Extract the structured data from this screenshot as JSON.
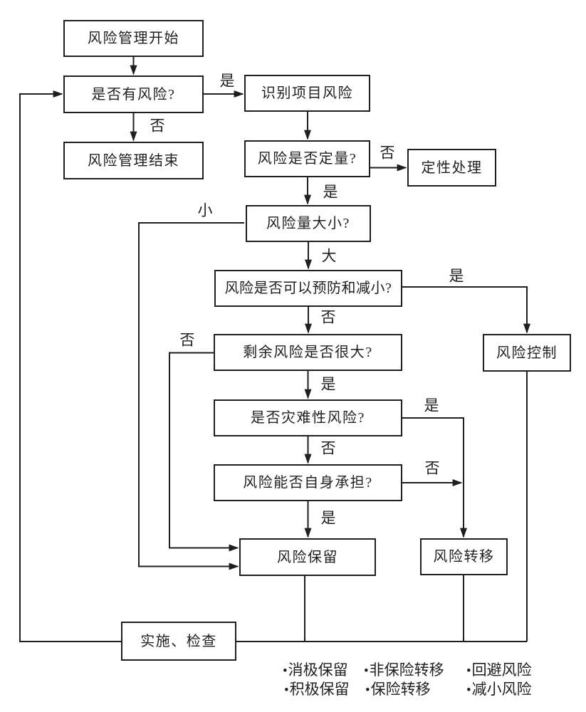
{
  "colors": {
    "ink": "#1f1f1f",
    "background": "#ffffff"
  },
  "nodes": {
    "start": {
      "label": "风险管理开始"
    },
    "has_risk": {
      "label": "是否有风险?"
    },
    "end": {
      "label": "风险管理结束"
    },
    "identify": {
      "label": "识别项目风险"
    },
    "quantify": {
      "label": "风险是否定量?"
    },
    "qualitative": {
      "label": "定性处理"
    },
    "magnitude": {
      "label": "风险量大小?"
    },
    "prevent": {
      "label": "风险是否可以预防和减小?"
    },
    "control": {
      "label": "风险控制"
    },
    "residual": {
      "label": "剩余风险是否很大?"
    },
    "catastrophic": {
      "label": "是否灾难性风险?"
    },
    "self_bear": {
      "label": "风险能否自身承担?"
    },
    "retention": {
      "label": "风险保留"
    },
    "transfer": {
      "label": "风险转移"
    },
    "implement": {
      "label": "实施、检查"
    }
  },
  "edge_labels": {
    "yes_to_identify": "是",
    "no_to_end": "否",
    "no_to_qualitative": "否",
    "yes_to_magnitude": "是",
    "small_branch": "小",
    "big_to_prevent": "大",
    "yes_to_control": "是",
    "no_to_residual": "否",
    "no_from_residual": "否",
    "yes_to_catastrophic": "是",
    "yes_from_catastrophic": "是",
    "no_to_selfbear": "否",
    "no_from_selfbear": "否",
    "yes_to_retention": "是"
  },
  "legend": {
    "bullet": "•",
    "rows": [
      [
        "消极保留",
        "非保险转移",
        "回避风险"
      ],
      [
        "积极保留",
        "保险转移",
        "减小风险"
      ]
    ]
  }
}
